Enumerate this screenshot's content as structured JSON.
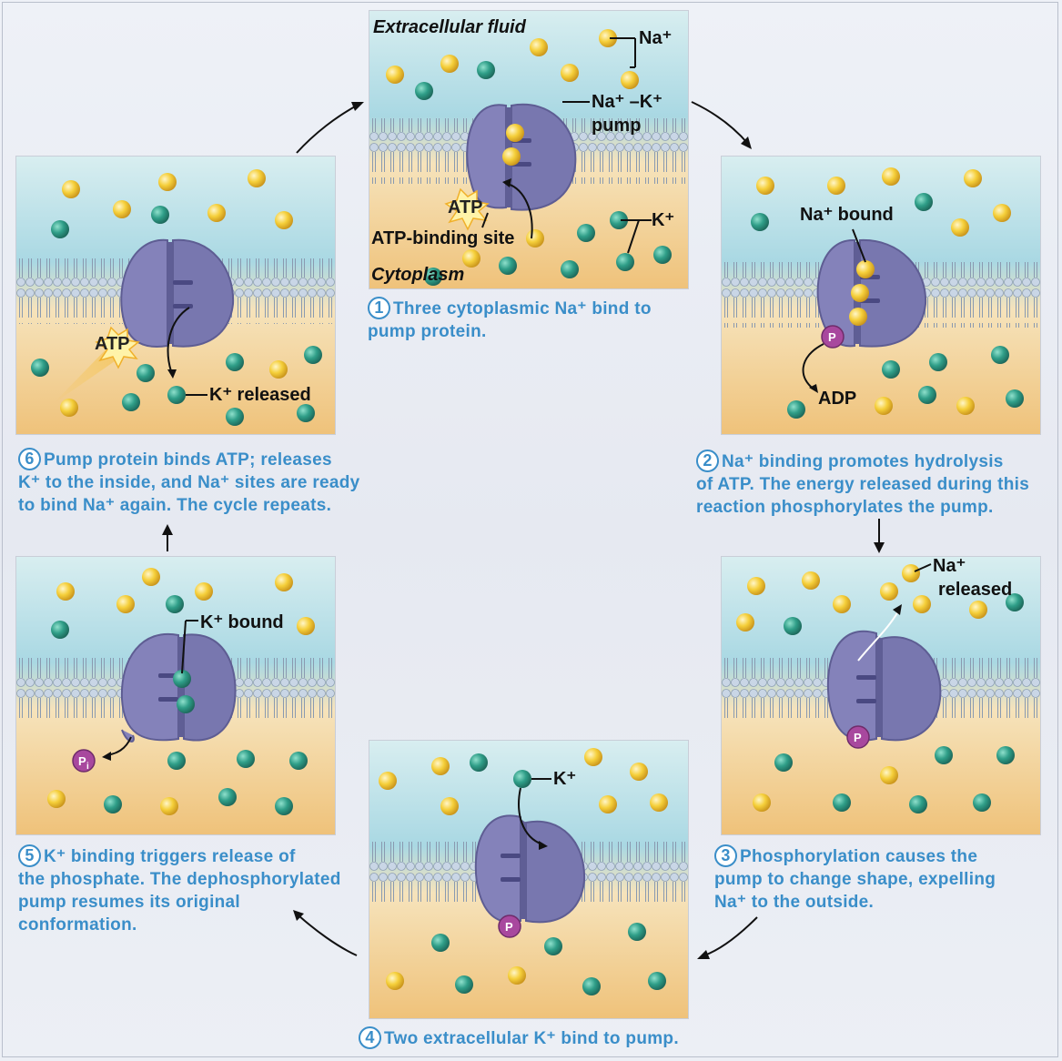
{
  "labels": {
    "extracellular_fluid": "Extracellular fluid",
    "cytoplasm": "Cytoplasm",
    "na_plus": "Na⁺",
    "na_k_pump_line1": "Na⁺ –K⁺",
    "na_k_pump_line2": "pump",
    "atp": "ATP",
    "atp_binding_site": "ATP-binding site",
    "k_plus": "K⁺",
    "na_bound": "Na⁺ bound",
    "p": "P",
    "adp": "ADP",
    "na_released_line1": "Na⁺",
    "na_released_line2": "released",
    "k_bound": "K⁺ bound",
    "pi_main": "P",
    "pi_sub": "i",
    "k_released": "K⁺ released"
  },
  "steps": [
    {
      "number": "1",
      "lines": [
        "Three cytoplasmic Na⁺ bind to",
        "pump protein."
      ]
    },
    {
      "number": "2",
      "lines": [
        "Na⁺ binding promotes hydrolysis",
        "of ATP. The energy released during this",
        "reaction phosphorylates the pump."
      ]
    },
    {
      "number": "3",
      "lines": [
        "Phosphorylation causes the",
        "pump to change shape, expelling",
        "Na⁺ to the outside."
      ]
    },
    {
      "number": "4",
      "lines": [
        "Two extracellular K⁺ bind to pump."
      ]
    },
    {
      "number": "5",
      "lines": [
        "K⁺ binding triggers release of",
        "the phosphate. The dephosphorylated",
        "pump resumes its original",
        "conformation."
      ]
    },
    {
      "number": "6",
      "lines": [
        "Pump protein binds ATP; releases",
        "K⁺ to the inside, and Na⁺ sites are ready",
        "to bind Na⁺ again. The cycle repeats."
      ]
    }
  ],
  "colors": {
    "caption": "#3a8ec9",
    "sodium_ion": "#f2c233",
    "potassium_ion": "#2e9b86",
    "pump": "#7f7eb5",
    "phosphate": "#a0459c",
    "extracellular": "#bfe3ea",
    "cytoplasm": "#f2cf8e"
  }
}
